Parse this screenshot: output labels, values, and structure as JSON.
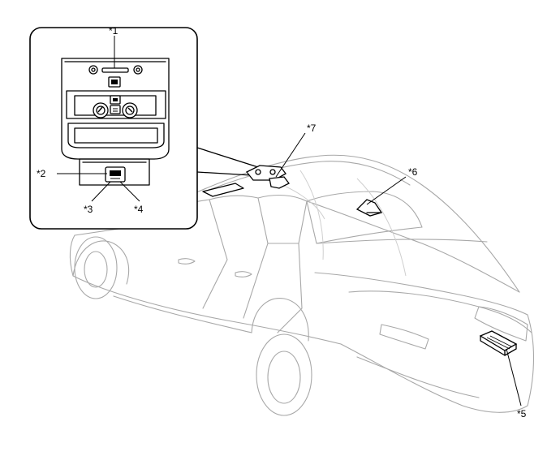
{
  "callouts": {
    "c1": "*1",
    "c2": "*2",
    "c3": "*3",
    "c4": "*4",
    "c5": "*5",
    "c6": "*6",
    "c7": "*7"
  },
  "colors": {
    "line": "#000000",
    "car_outline": "#a8a8a8",
    "background": "#ffffff"
  }
}
